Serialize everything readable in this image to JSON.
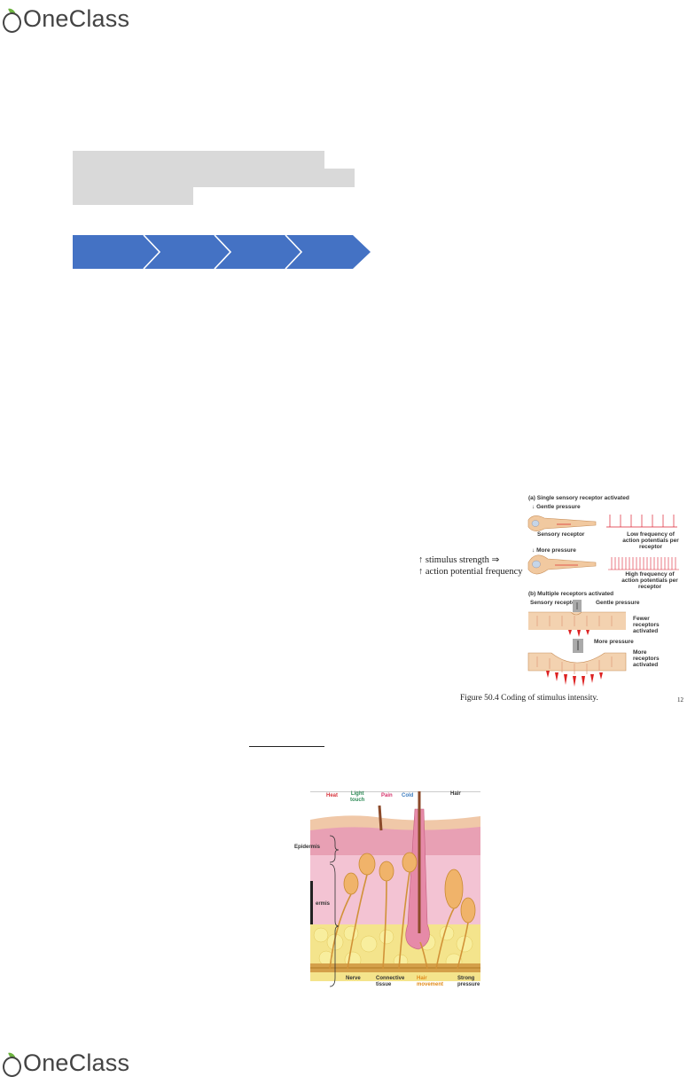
{
  "brand": {
    "name": "OneClass",
    "accent": "#6cb33f",
    "text_color": "#444444"
  },
  "process_bar": {
    "color": "#4472c4",
    "steps": 4
  },
  "figure_50_4": {
    "panel_a_title": "(a) Single sensory receptor activated",
    "gentle_pressure": "Gentle pressure",
    "sensory_receptor": "Sensory receptor",
    "low_freq_line1": "Low frequency of",
    "low_freq_line2": "action potentials per receptor",
    "more_pressure": "More pressure",
    "high_freq_line1": "High frequency of",
    "high_freq_line2": "action potentials per receptor",
    "panel_b_title": "(b) Multiple receptors activated",
    "sensory_receptor_b": "Sensory receptor",
    "gentle_pressure_b": "Gentle pressure",
    "fewer_line1": "Fewer",
    "fewer_line2": "receptors",
    "fewer_line3": "activated",
    "more_pressure_b": "More pressure",
    "more_line1": "More",
    "more_line2": "receptors",
    "more_line3": "activated",
    "caption": "Figure 50.4  Coding of stimulus intensity.",
    "page_number": "12"
  },
  "stimulus_note": {
    "line1": "↑ stimulus strength ⇒",
    "line2": "↑ action potential frequency"
  },
  "skin_figure": {
    "heat": "Heat",
    "light_touch_1": "Light",
    "light_touch_2": "touch",
    "pain": "Pain",
    "cold": "Cold",
    "hair": "Hair",
    "epidermis": "Epidermis",
    "dermis": "ermis",
    "nerve": "Nerve",
    "connective_1": "Connective",
    "connective_2": "tissue",
    "hair_movement_1": "Hair",
    "hair_movement_2": "movement",
    "strong_1": "Strong",
    "strong_2": "pressure"
  }
}
